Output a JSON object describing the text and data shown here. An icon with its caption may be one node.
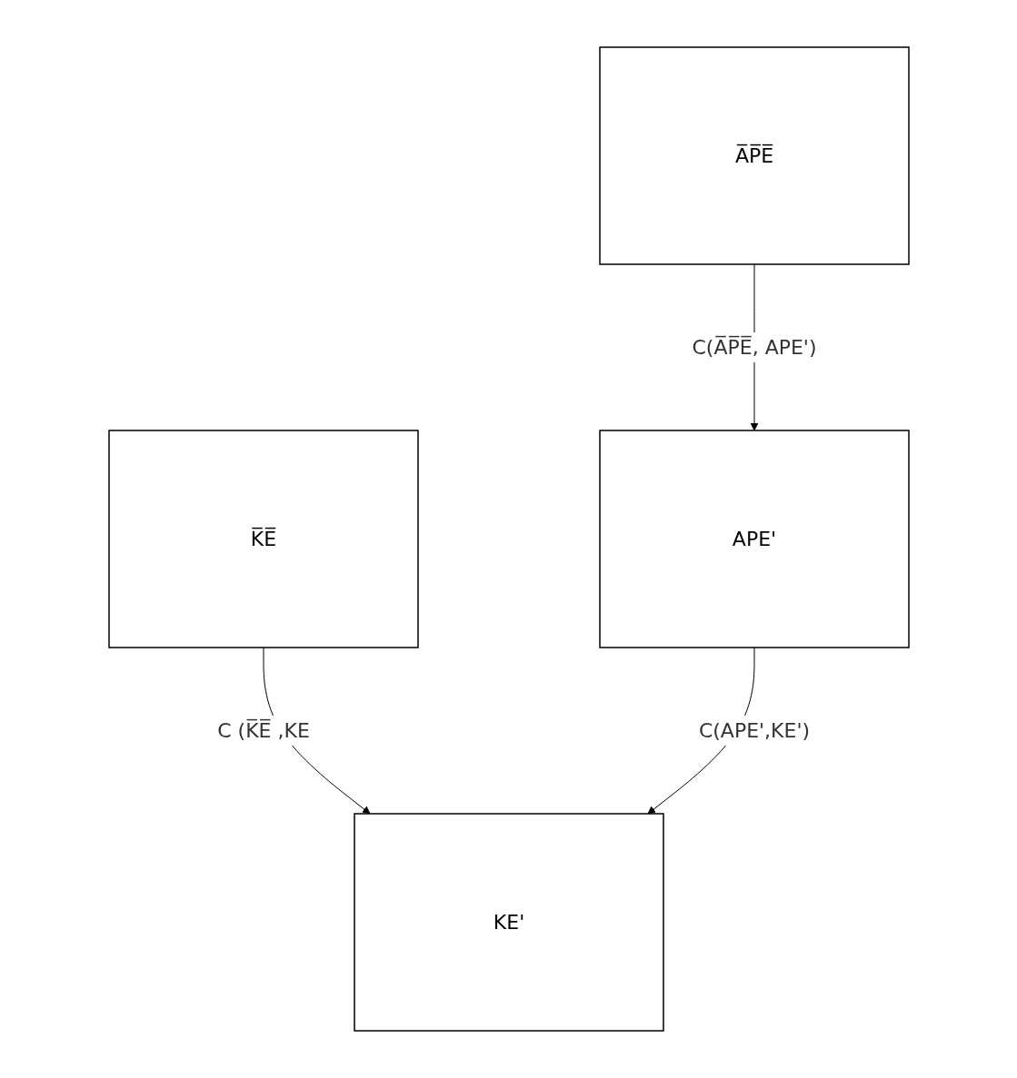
{
  "diagram": {
    "nodes": [
      {
        "text": [
          "A̅P̅E̅"
        ]
      },
      {
        "text": [
          "K̅E̅"
        ]
      },
      {
        "text": [
          "APE'"
        ]
      },
      {
        "text": [
          "KE'"
        ]
      }
    ],
    "edges": [
      {
        "from": 0,
        "to": 2,
        "arrow": "to",
        "label": "C(A̅P̅E̅, APE')"
      },
      {
        "from": 1,
        "to": 3,
        "arrow": "to",
        "label": "C (K̅E̅ ,KE"
      },
      {
        "from": 2,
        "to": 3,
        "arrow": "to",
        "label": "C(APE',KE')"
      }
    ]
  }
}
